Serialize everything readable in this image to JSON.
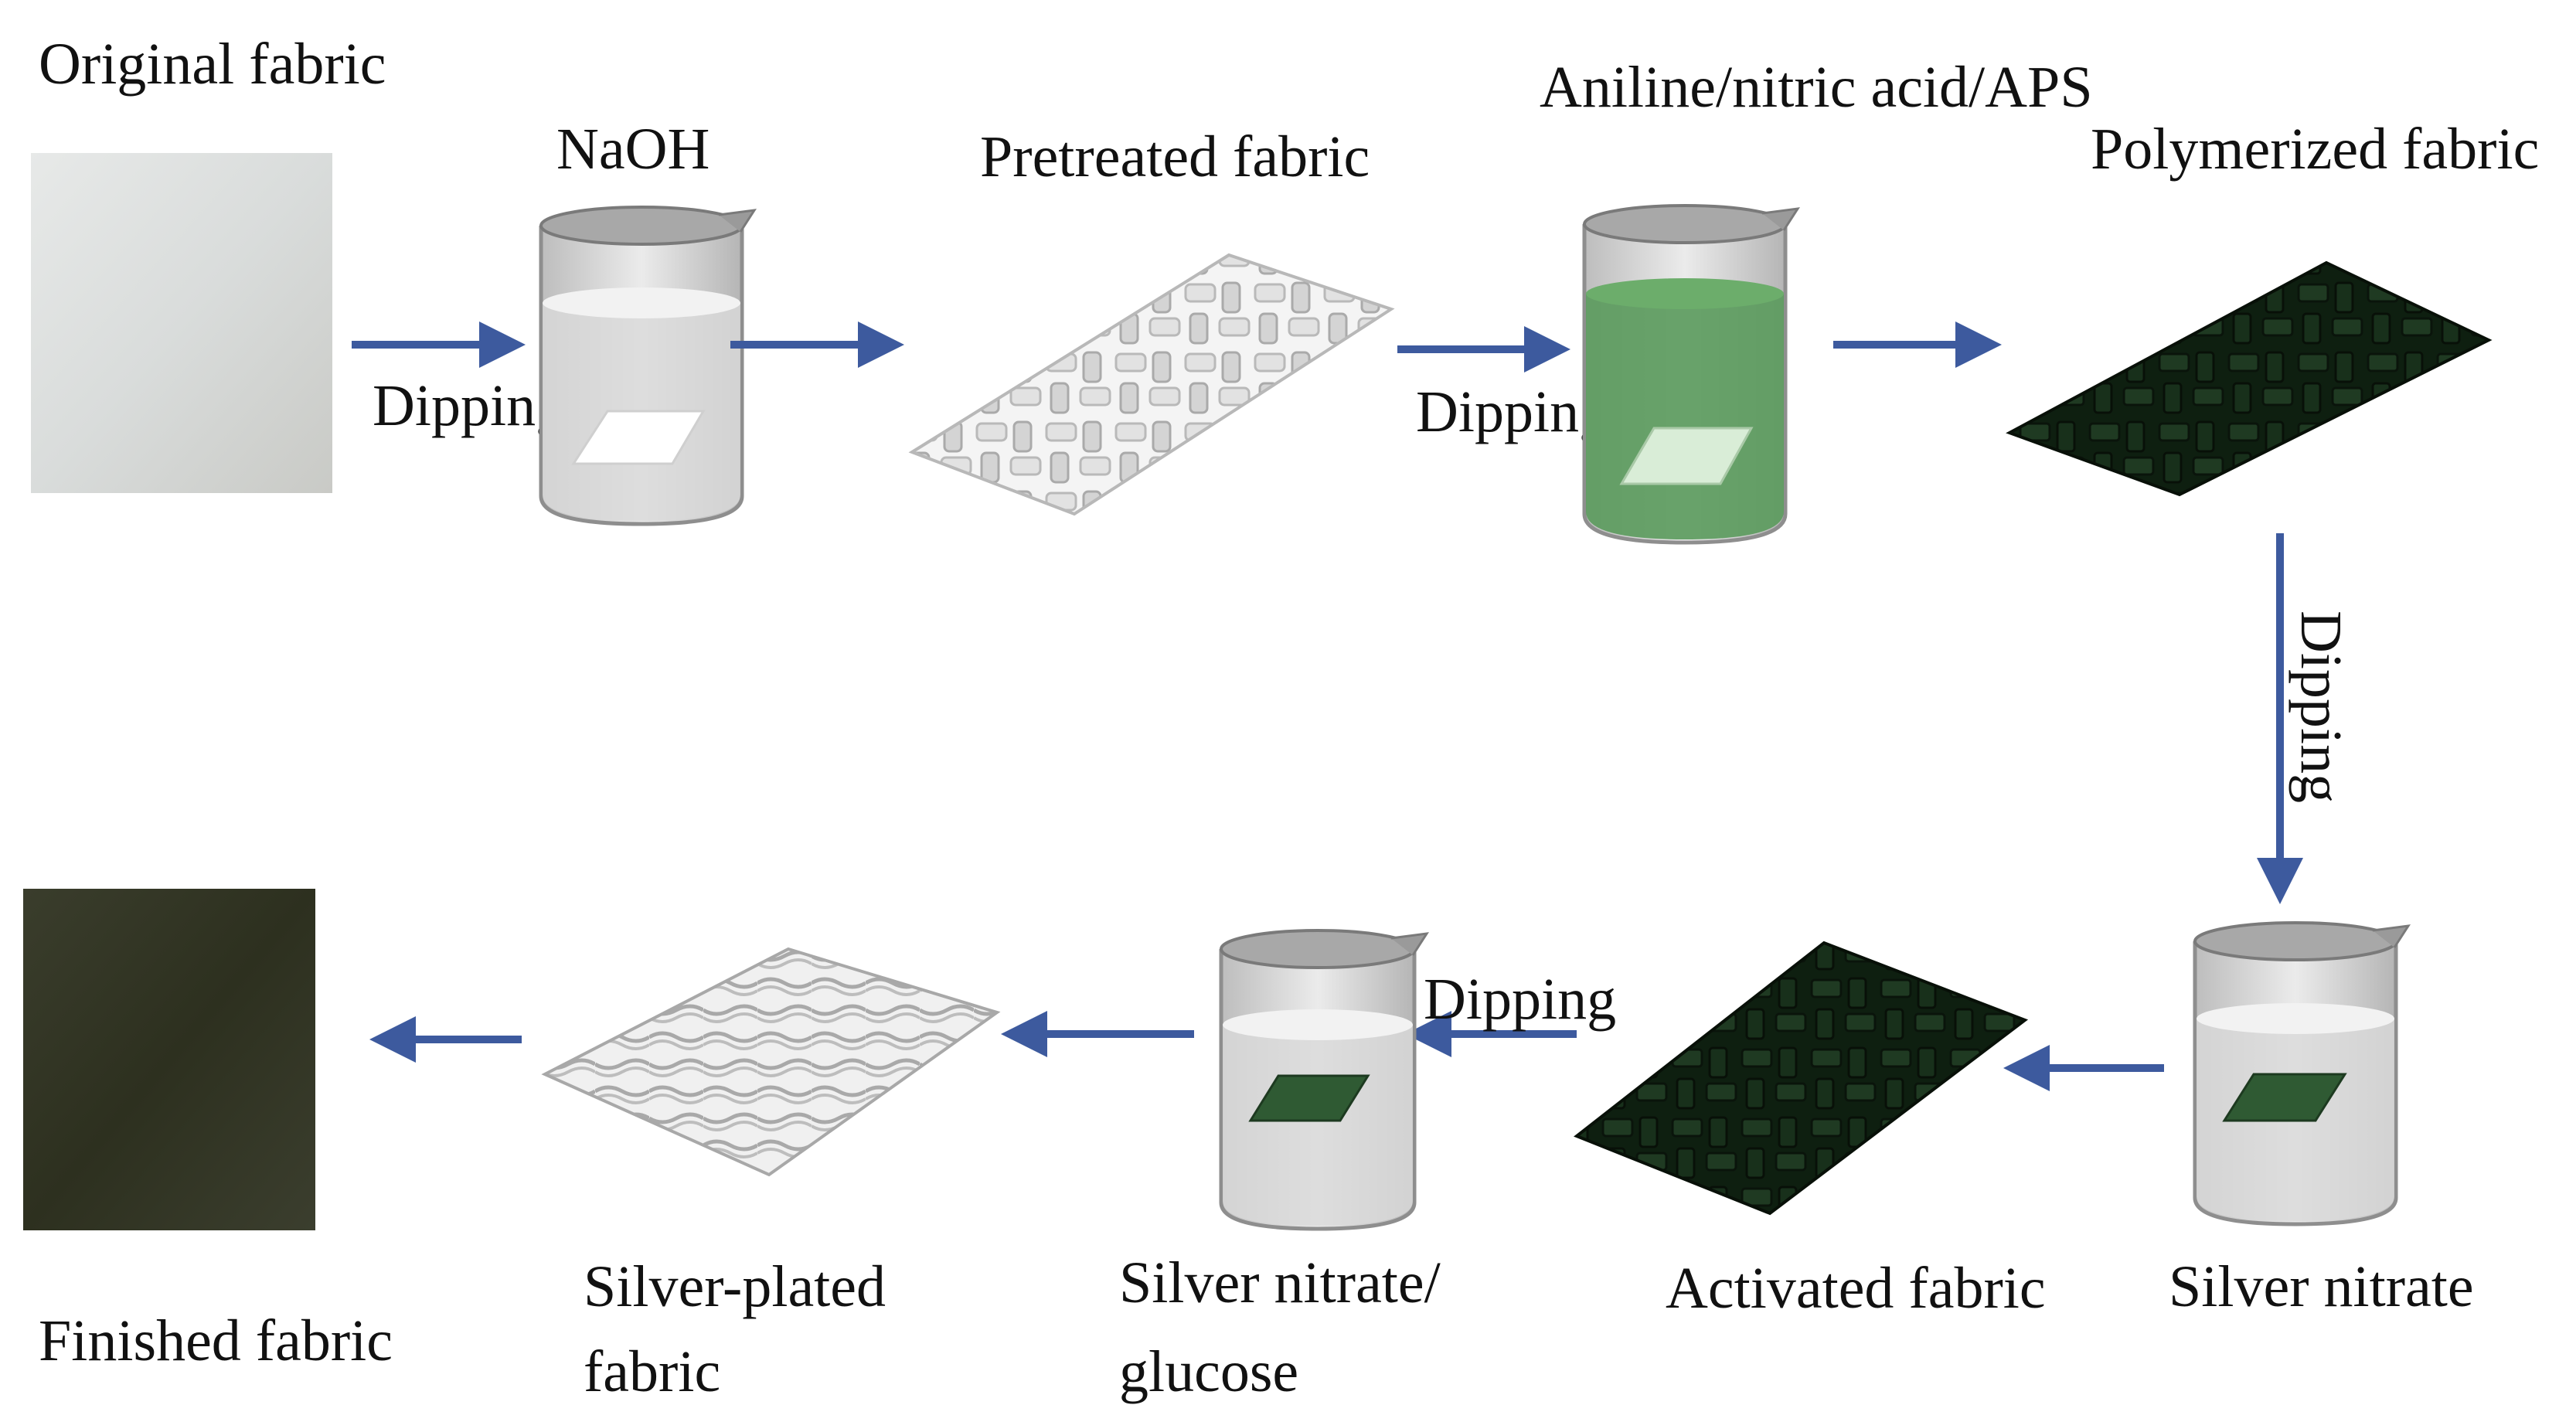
{
  "labels": {
    "original_fabric": "Original fabric",
    "naoh": "NaOH",
    "pretreated_fabric": "Pretreated fabric",
    "aniline_solution": "Aniline/nitric acid/APS",
    "polymerized_fabric": "Polymerized fabric",
    "silver_nitrate": "Silver nitrate",
    "activated_fabric": "Activated fabric",
    "silver_nitrate_glucose_line1": "Silver nitrate/",
    "silver_nitrate_glucose_line2": "glucose",
    "silver_plated_line1": "Silver-plated",
    "silver_plated_line2": "fabric",
    "finished_fabric": "Finished fabric"
  },
  "steps": {
    "dipping_1": "Dipping",
    "dipping_2": "Dipping",
    "dipping_3": "Dipping",
    "dipping_4": "Dipping"
  },
  "colors": {
    "arrow": "#3d5a9e",
    "fabric_white": "#e9e9e9",
    "fabric_dark": "#17301b",
    "solution_green": "#5a9a5c",
    "glass": "#c9c9c9"
  }
}
